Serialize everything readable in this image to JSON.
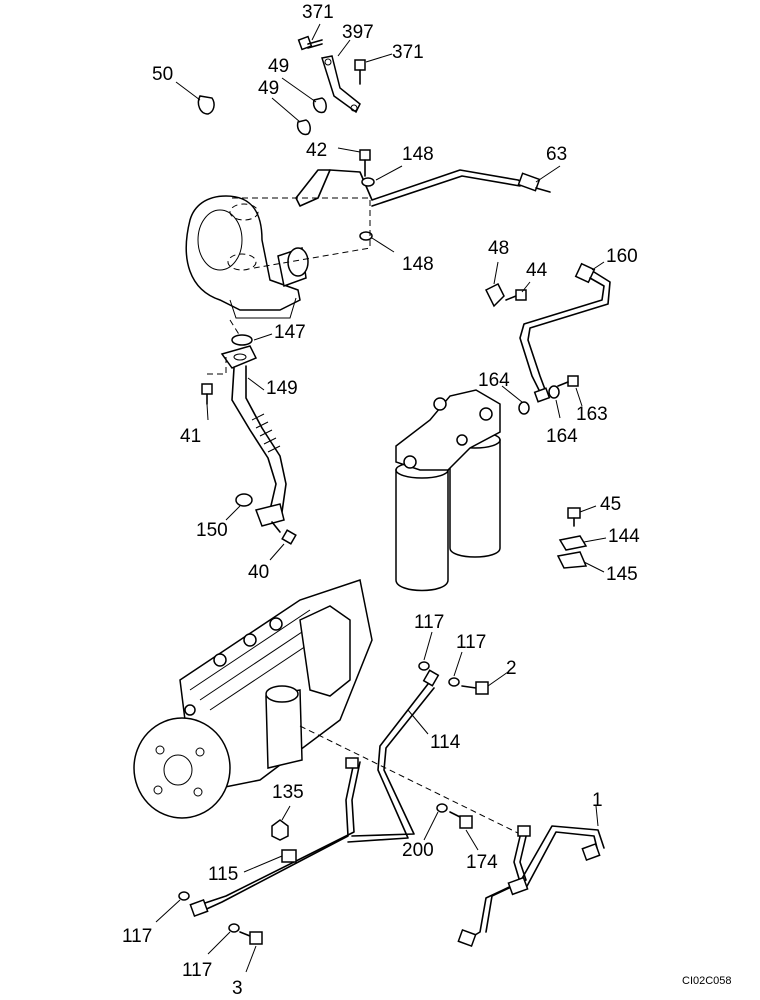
{
  "callouts": {
    "c371a": "371",
    "c397": "397",
    "c371b": "371",
    "c50": "50",
    "c49a": "49",
    "c49b": "49",
    "c42": "42",
    "c148a": "148",
    "c63": "63",
    "c148b": "148",
    "c48": "48",
    "c44": "44",
    "c160": "160",
    "c147": "147",
    "c149": "149",
    "c41": "41",
    "c164a": "164",
    "c163": "163",
    "c164b": "164",
    "c45": "45",
    "c144": "144",
    "c145": "145",
    "c150": "150",
    "c40": "40",
    "c117a": "117",
    "c117b": "117",
    "c2": "2",
    "c114": "114",
    "c135": "135",
    "c1": "1",
    "c200": "200",
    "c174": "174",
    "c115": "115",
    "c117c": "117",
    "c117d": "117",
    "c3": "3"
  },
  "drawing_code": "CI02C058"
}
